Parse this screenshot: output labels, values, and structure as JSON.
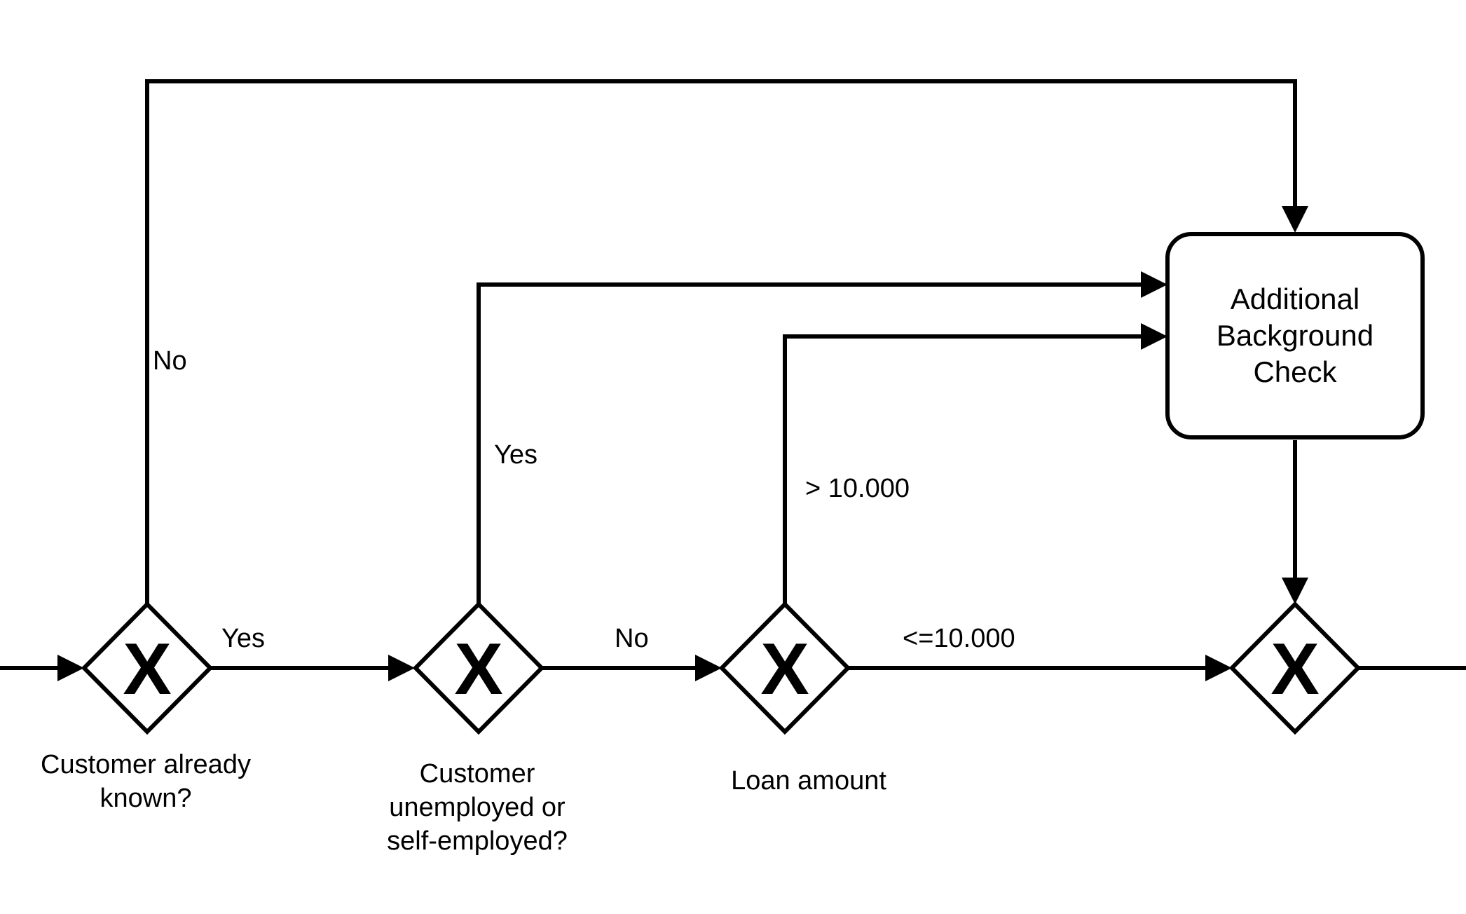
{
  "gateways": [
    {
      "marker": "X",
      "label_lines": [
        "Customer already",
        "known?"
      ]
    },
    {
      "marker": "X",
      "label_lines": [
        "Customer",
        "unemployed or",
        "self-employed?"
      ]
    },
    {
      "marker": "X",
      "label_lines": [
        "Loan amount"
      ]
    },
    {
      "marker": "X",
      "label_lines": []
    }
  ],
  "task": {
    "label_lines": [
      "Additional",
      "Background",
      "Check"
    ]
  },
  "edge_labels": {
    "g1_to_g2": "Yes",
    "g1_to_task": "No",
    "g2_to_g3": "No",
    "g2_to_task": "Yes",
    "g3_to_g4": "<=10.000",
    "g3_to_task": "> 10.000"
  }
}
